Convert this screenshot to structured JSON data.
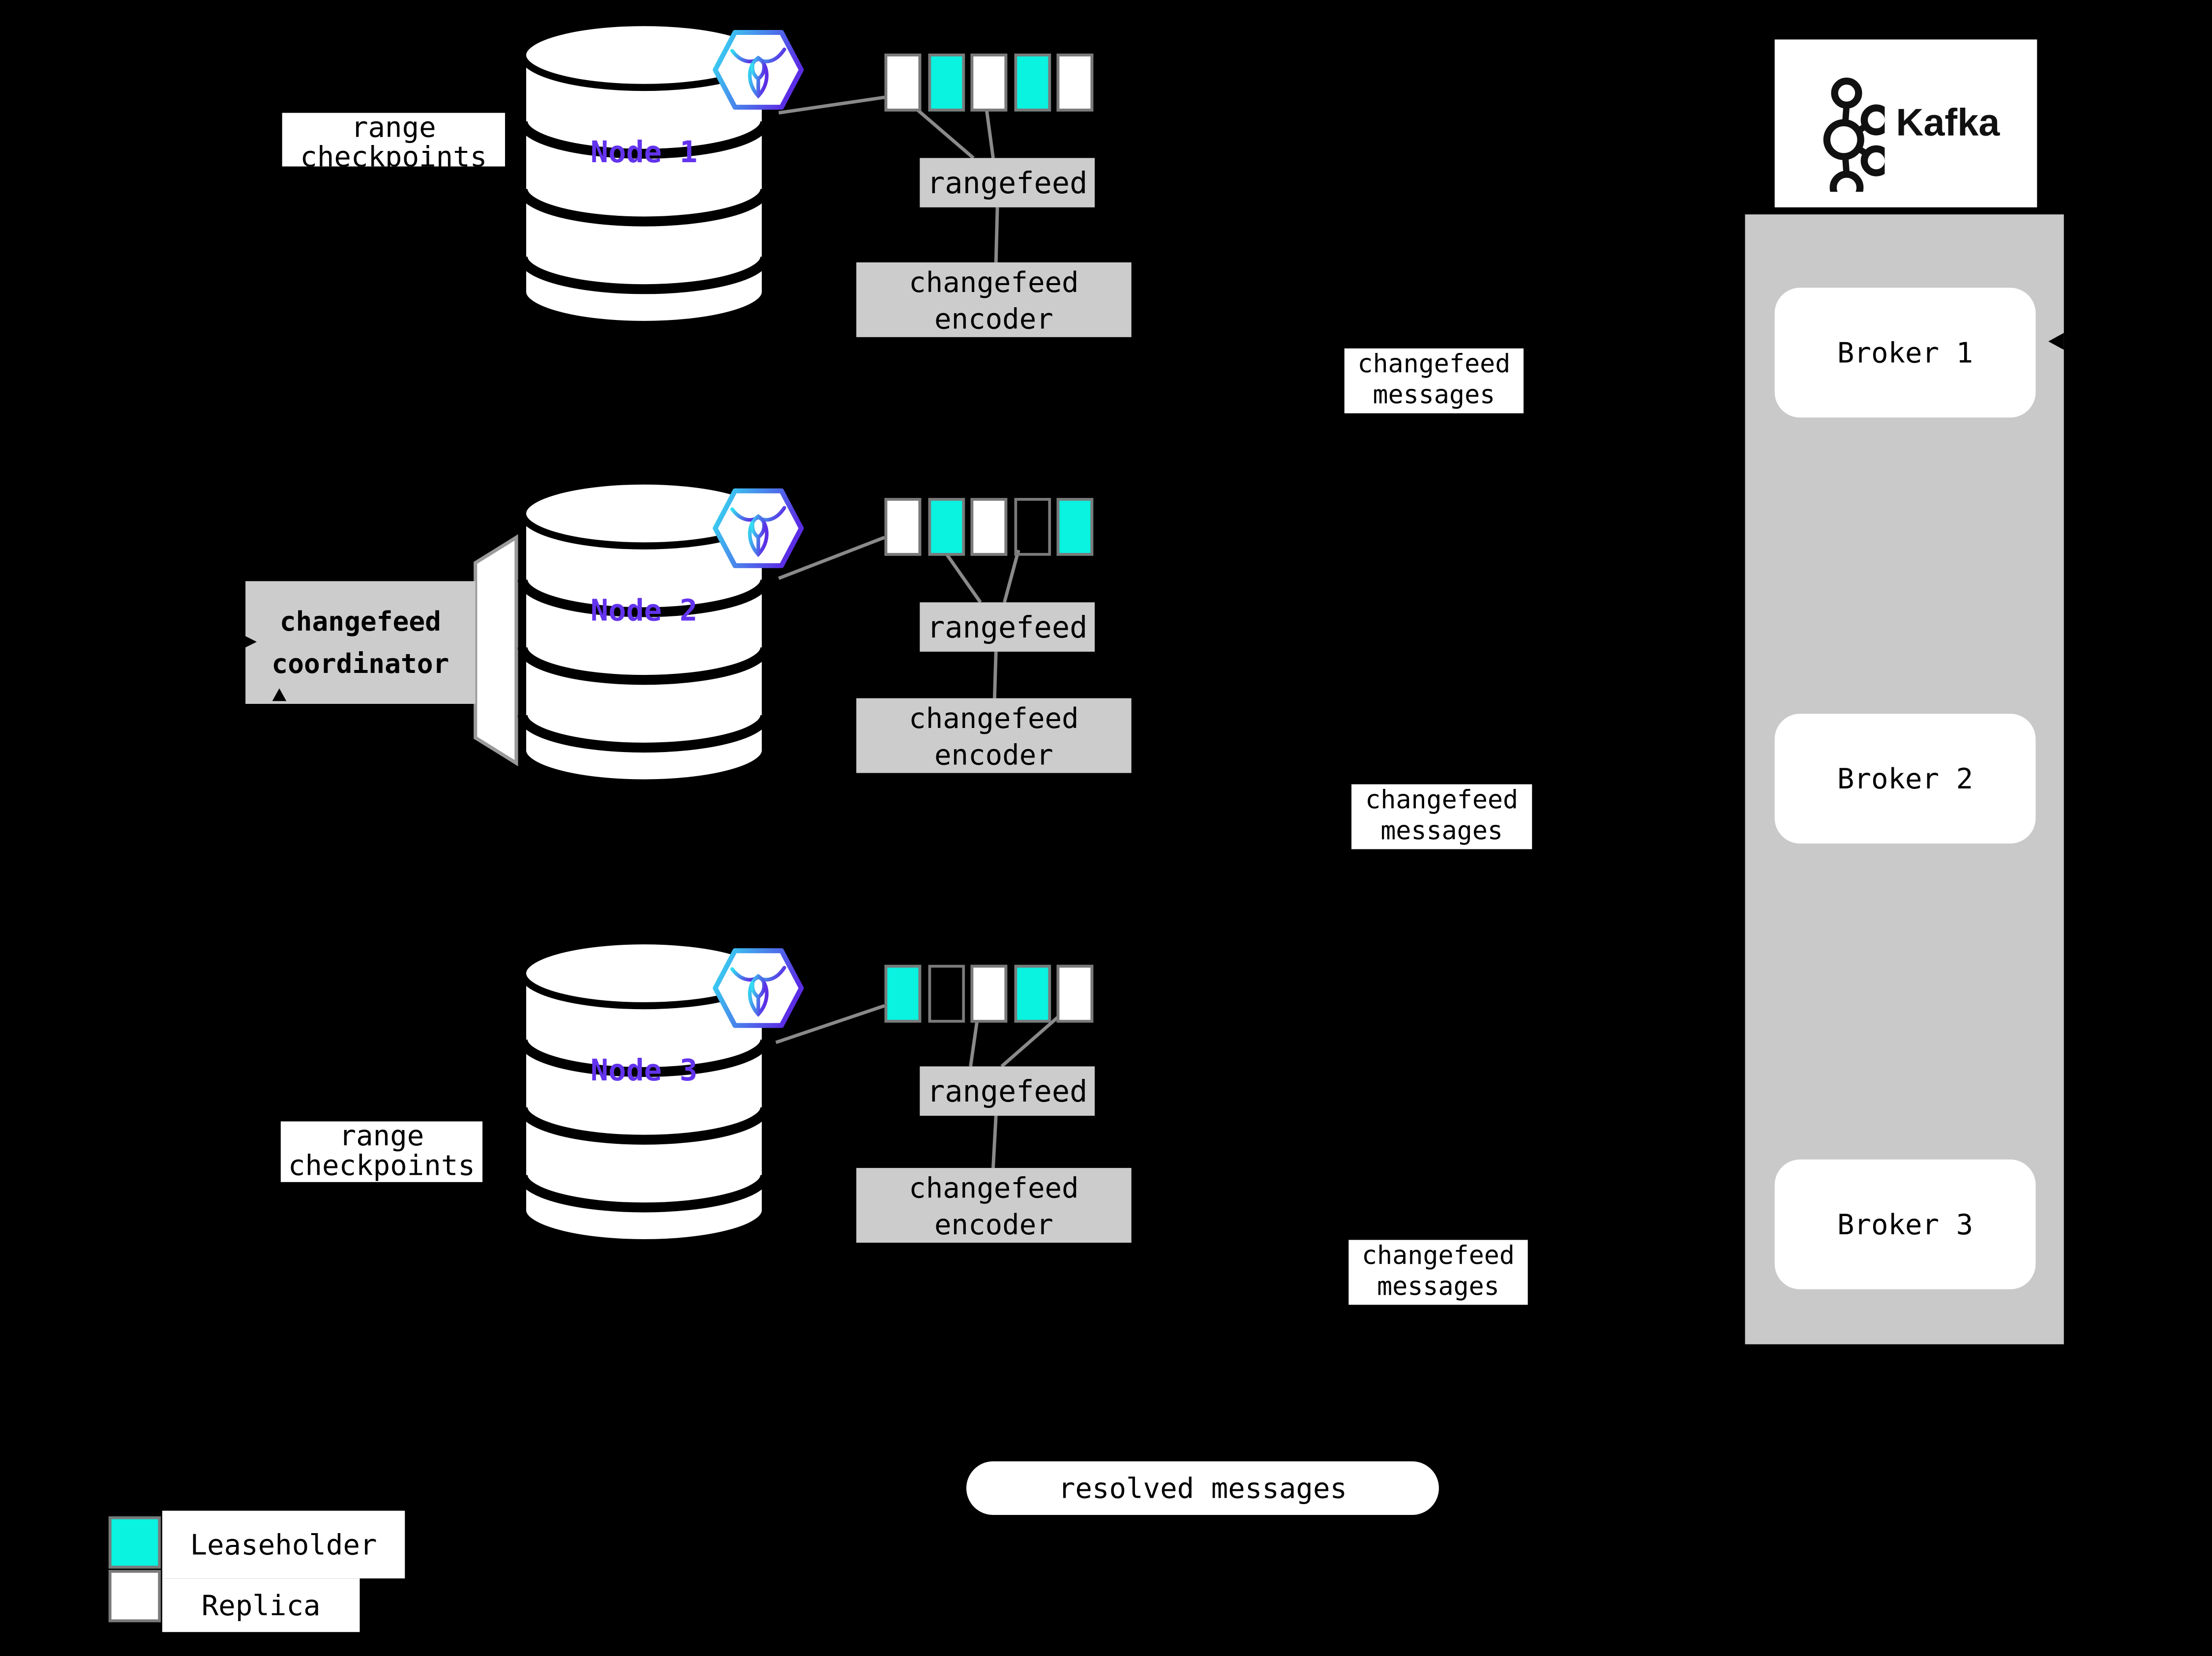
{
  "colors": {
    "leaseholder": "#0af2e0",
    "replica": "#ffffff",
    "node-label": "#6333ee",
    "box-gray": "#cccccc",
    "panel-gray": "#c9c9c9",
    "block-border": "#7a7a7a",
    "connector": "#8a8a8a",
    "hex-gradient-start": "#35dff2",
    "hex-gradient-end": "#5b2ee5"
  },
  "nodes": [
    {
      "label": "Node 1",
      "ranges": [
        "replica",
        "leaseholder",
        "replica",
        "leaseholder",
        "replica"
      ]
    },
    {
      "label": "Node 2",
      "ranges": [
        "replica",
        "leaseholder",
        "replica",
        "empty",
        "leaseholder"
      ]
    },
    {
      "label": "Node 3",
      "ranges": [
        "leaseholder",
        "empty",
        "replica",
        "leaseholder",
        "replica"
      ]
    }
  ],
  "labels": {
    "range_checkpoints_l1": "range",
    "range_checkpoints_l2": "checkpoints",
    "rangefeed": "rangefeed",
    "encoder_l1": "changefeed",
    "encoder_l2": "encoder",
    "messages_l1": "changefeed",
    "messages_l2": "messages",
    "coordinator_l1": "changefeed",
    "coordinator_l2": "coordinator",
    "resolved": "resolved messages"
  },
  "kafka": {
    "title": "Kafka",
    "brokers": [
      "Broker 1",
      "Broker 2",
      "Broker 3"
    ]
  },
  "legend": [
    {
      "swatch": "leaseholder",
      "label": "Leaseholder"
    },
    {
      "swatch": "replica",
      "label": "Replica"
    }
  ]
}
